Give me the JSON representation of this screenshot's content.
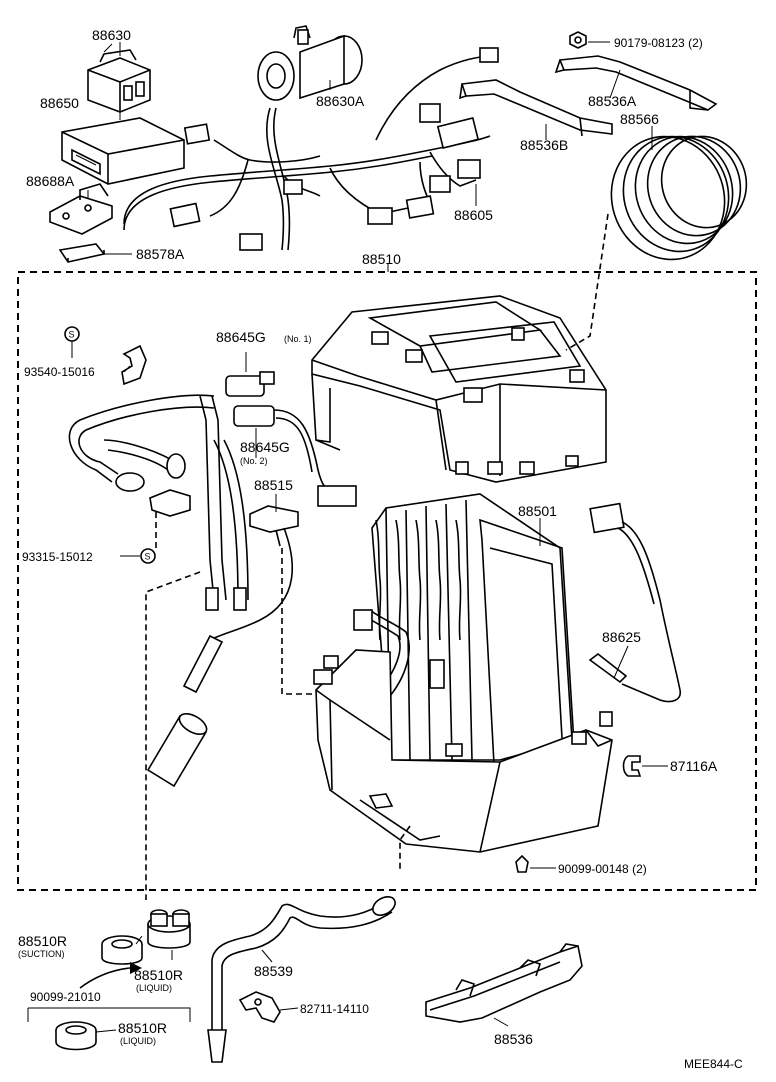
{
  "labels": {
    "p88630": "88630",
    "p88650": "88650",
    "p88688A": "88688A",
    "p88578A": "88578A",
    "p88630A": "88630A",
    "p90179": "90179-08123 (2)",
    "p88536A": "88536A",
    "p88536B": "88536B",
    "p88566": "88566",
    "p88605": "88605",
    "p88510": "88510",
    "p88645G1": "88645G",
    "p88645G1_note": "(No. 1)",
    "p93540": "93540-15016",
    "p88645G2": "88645G",
    "p88645G2_note": "(No. 2)",
    "p88515": "88515",
    "p88501": "88501",
    "p93315": "93315-15012",
    "p88625": "88625",
    "p87116A": "87116A",
    "p90099_00148": "90099-00148 (2)",
    "p88510R_a": "88510R",
    "p88510R_a_note": "(SUCTION)",
    "p88510R_b": "88510R",
    "p88510R_b_note": "(LIQUID)",
    "p88539": "88539",
    "p90099_21010": "90099-21010",
    "p82711": "82711-14110",
    "p88510R_c": "88510R",
    "p88510R_c_note": "(LIQUID)",
    "p88536": "88536",
    "s_marker": "S",
    "diagram_code": "MEE844-C"
  }
}
